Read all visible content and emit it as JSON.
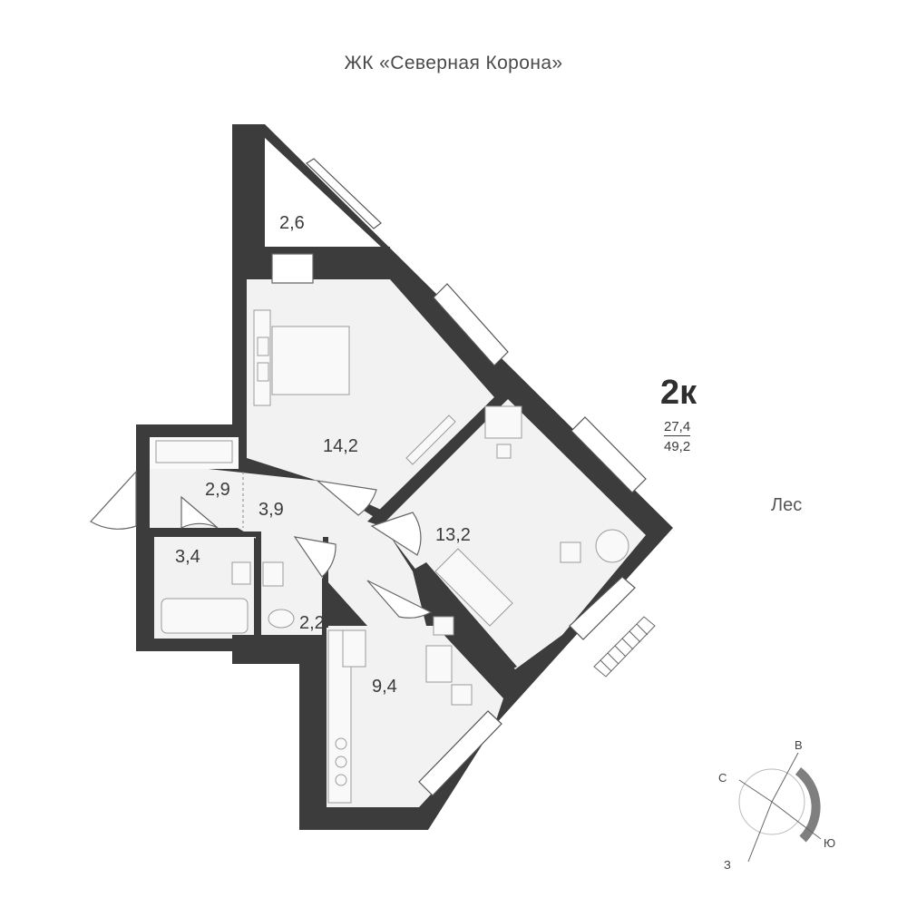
{
  "header": {
    "complex_name": "ЖК «Северная Корона»"
  },
  "apartment": {
    "type": "2к",
    "living_area": "27,4",
    "total_area": "49,2"
  },
  "surroundings": {
    "label": "Лес"
  },
  "rooms": [
    {
      "id": "balcony",
      "area": "2,6"
    },
    {
      "id": "bedroom",
      "area": "14,2"
    },
    {
      "id": "wardrobe",
      "area": "2,9"
    },
    {
      "id": "hallway",
      "area": "3,9"
    },
    {
      "id": "living-room",
      "area": "13,2"
    },
    {
      "id": "bathroom",
      "area": "3,4"
    },
    {
      "id": "toilet",
      "area": "2,2"
    },
    {
      "id": "kitchen",
      "area": "9,4"
    }
  ],
  "compass": {
    "north": "С",
    "east": "В",
    "south": "Ю",
    "west": "З"
  },
  "colors": {
    "wall": "#3c3c3c",
    "floor": "#f1f1f1",
    "text": "#3a3a3a",
    "compass_arc": "#7f7f7f"
  }
}
